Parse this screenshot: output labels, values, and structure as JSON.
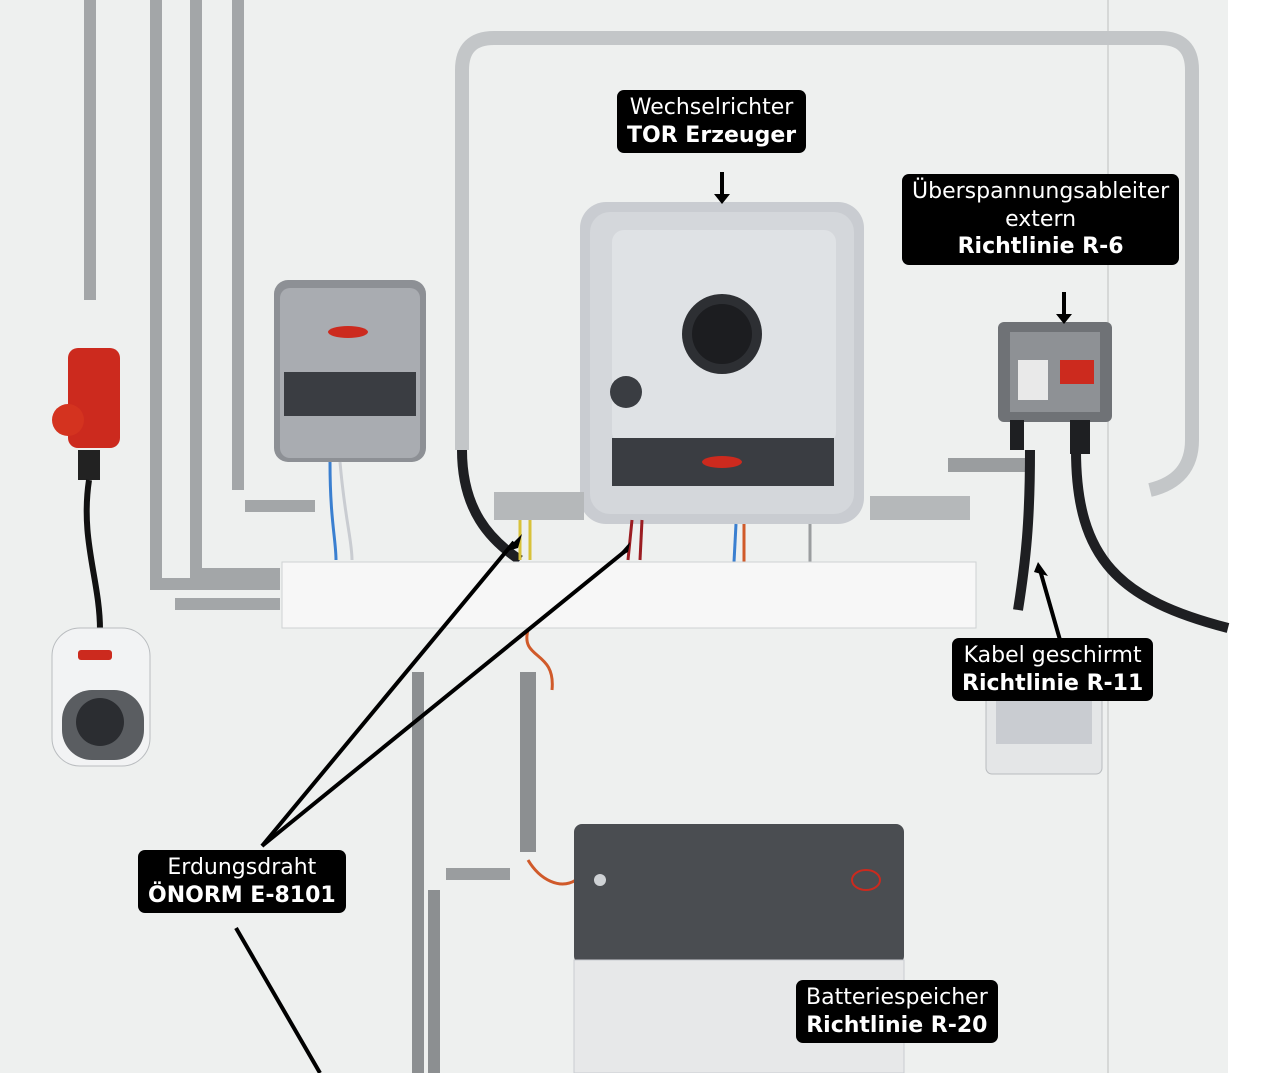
{
  "labels": {
    "inverter": {
      "line1": "Wechselrichter",
      "line2": "TOR  Erzeuger"
    },
    "surge": {
      "line1": "Überspannungsableiter",
      "line1b": "extern",
      "line2": "Richtlinie R-6"
    },
    "cable": {
      "line1": "Kabel geschirmt",
      "line2": "Richtlinie R-11"
    },
    "ground": {
      "line1": "Erdungsdraht",
      "line2": "ÖNORM E-8101"
    },
    "battery": {
      "line1": "Batteriespeicher",
      "line2": "Richtlinie R-20"
    }
  },
  "colors": {
    "wall": "#eef0ef",
    "inverter_body": "#c9ccd1",
    "device_dark": "#3a3d42",
    "accent_red": "#cc2a1e",
    "conduit_grey": "#9a9d9f",
    "duct_white": "#f7f7f7",
    "label_bg": "#000000"
  }
}
